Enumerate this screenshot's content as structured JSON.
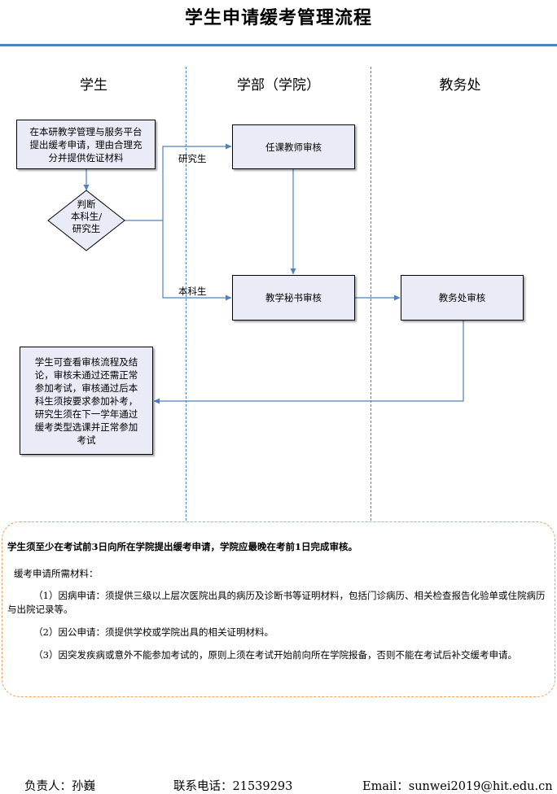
{
  "title": "学生申请缓考管理流程",
  "lanes": [
    "学生",
    "学部（学院）",
    "教务处"
  ],
  "nodes": {
    "apply": [
      "在本研教学管理与服务平台",
      "提出缓考申请，理由合理充",
      "分并提供佐证材料"
    ],
    "decision": [
      "判断",
      "本科生/",
      "研究生"
    ],
    "teacher_review": "任课教师审核",
    "secretary_review": "教学秘书审核",
    "office_review": "教务处审核",
    "result": [
      "学生可查看审核流程及结",
      "论，审核未通过还需正常",
      "参加考试，审核通过后本",
      "科生须按要求参加补考，",
      "研究生须在下一学年通过",
      "缓考类型选课并正常参加",
      "考试"
    ]
  },
  "edge_labels": {
    "graduate": "研究生",
    "undergraduate": "本科生"
  },
  "notes": {
    "key": "学生须至少在考试前3日向所在学院提出缓考申请，学院应最晚在考前1日完成审核。",
    "heading": "缓考申请所需材料：",
    "items": [
      "（1）因病申请：须提供三级以上层次医院出具的病历及诊断书等证明材料，包括门诊病历、相关检查报告化验单或住院病历与出院记录等。",
      "（2）因公申请：须提供学校或学院出具的相关证明材料。",
      "（3）因突发疾病或意外不能参加考试的，原则上须在考试开始前向所在学院报备，否则不能在考试后补交缓考申请。"
    ]
  },
  "footer": {
    "owner": "负责人：孙巍",
    "phone": "联系电话：21539293",
    "email": "Email：sunwei2019@hit.edu.cn"
  },
  "colors": {
    "accent": "#4f81bd",
    "box_fill": "#e9ecf6",
    "notes_border": "#f0a060"
  }
}
